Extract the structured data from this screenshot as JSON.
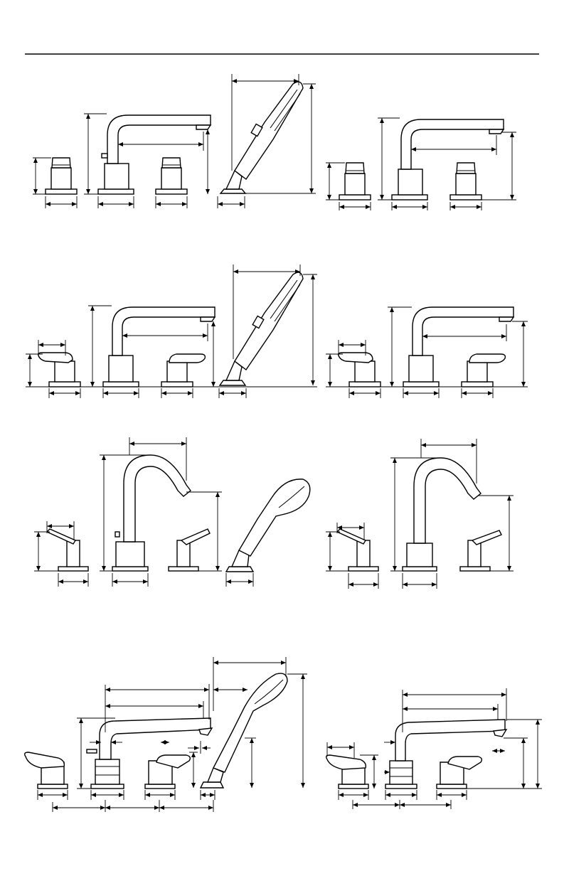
{
  "sheet": {
    "rows": [
      {
        "id": "row-1",
        "drawings": [
          "lever-trim-with-handshower",
          "lever-trim-without-handshower"
        ]
      },
      {
        "id": "row-2",
        "drawings": [
          "lever-trim-with-handshower",
          "lever-trim-without-handshower"
        ]
      },
      {
        "id": "row-3",
        "drawings": [
          "high-arc-trim-with-handshower",
          "high-arc-trim-without-handshower"
        ]
      },
      {
        "id": "row-4",
        "drawings": [
          "bath-filler-with-handshower",
          "bath-filler-without-handshower"
        ]
      }
    ],
    "colors": {
      "line": "#000000",
      "background": "#ffffff"
    }
  }
}
